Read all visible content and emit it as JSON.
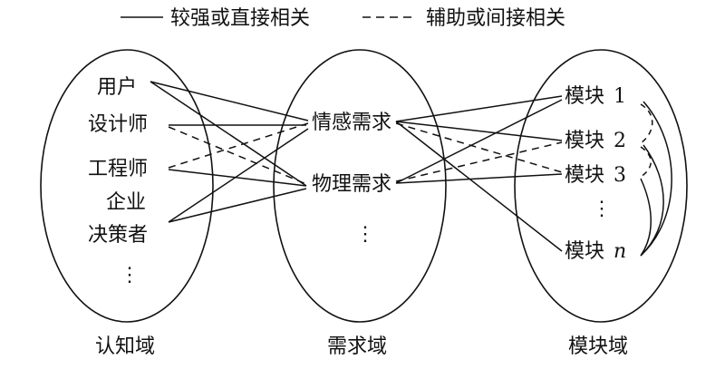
{
  "legend": {
    "solid_label": "较强或直接相关",
    "dashed_label": "辅助或间接相关"
  },
  "domains": [
    {
      "id": "cognition",
      "label": "认知域"
    },
    {
      "id": "demand",
      "label": "需求域"
    },
    {
      "id": "module",
      "label": "模块域"
    }
  ],
  "cognition_items": [
    "用户",
    "设计师",
    "工程师",
    "企业",
    "决策者",
    "⋮"
  ],
  "demand_items": [
    "情感需求",
    "物理需求",
    "⋮"
  ],
  "module_items": [
    {
      "text": "模块",
      "num": "1"
    },
    {
      "text": "模块",
      "num": "2"
    },
    {
      "text": "模块",
      "num": "3"
    },
    {
      "text": "⋮",
      "num": ""
    },
    {
      "text": "模块",
      "num": "n"
    }
  ],
  "colors": {
    "stroke": "#111111",
    "text": "#111111",
    "background": "#ffffff"
  }
}
